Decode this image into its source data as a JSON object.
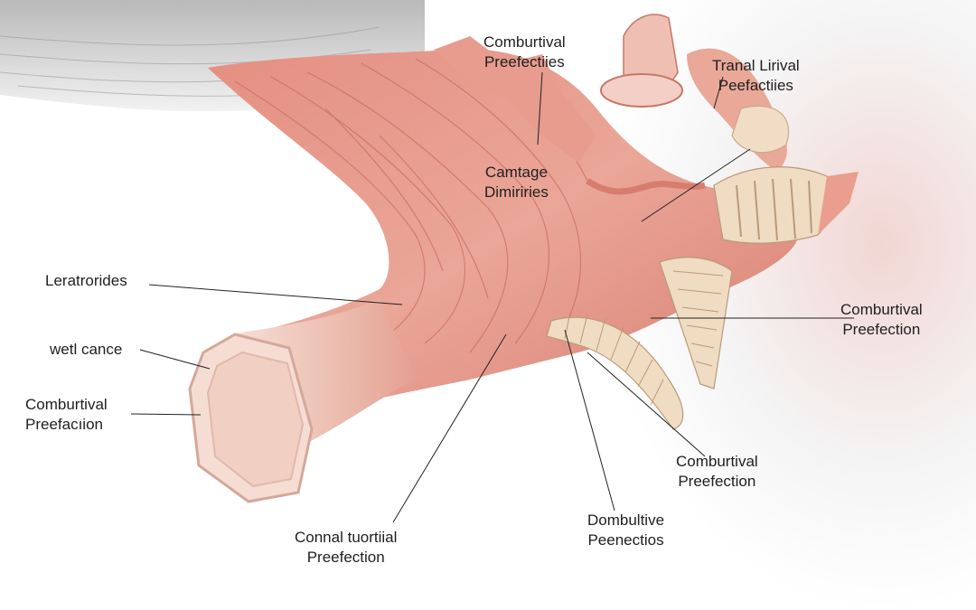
{
  "labels": {
    "comburtival_top": [
      "Comburtival",
      "Preefectiies"
    ],
    "tranal": [
      "Tranal Lirival",
      "Peefactiies"
    ],
    "camtage": [
      "Camtage",
      "Dimiriries"
    ],
    "leratrorides": [
      "Leratrorides"
    ],
    "wetl_cance": [
      "wetl cance"
    ],
    "comburtival_left": [
      "Comburtival",
      "Preefacıion"
    ],
    "comburtival_right": [
      "Comburtival",
      "Preefection"
    ],
    "comburtival_lower": [
      "Comburtival",
      "Preefection"
    ],
    "dombultive": [
      "Dombultive",
      "Peenectios"
    ],
    "connal": [
      "Connal tuortiial",
      "Preefection"
    ]
  },
  "colors": {
    "tissue": "#e9a294",
    "tissue_dark": "#c9675d",
    "tissue_light": "#f4c7bc",
    "cartilage": "#efdcc2",
    "tube_inner": "#f3d3c8",
    "fur": "#cfcfcf",
    "leader": "#222222"
  }
}
